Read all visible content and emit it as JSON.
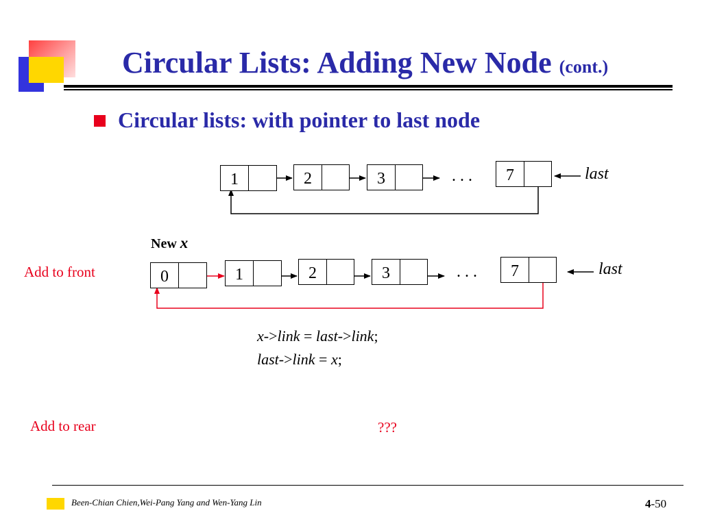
{
  "slide": {
    "title": "Circular Lists: Adding New Node",
    "title_suffix": "(cont.)",
    "bullet": "Circular lists: with pointer to last node"
  },
  "diagram_top": {
    "nodes": [
      "1",
      "2",
      "3",
      "7"
    ],
    "ellipsis": ". . .",
    "pointer_label": "last"
  },
  "diagram_front": {
    "new_label_prefix": "New",
    "new_label_var": "x",
    "side_label": "Add to front",
    "nodes": [
      "0",
      "1",
      "2",
      "3",
      "7"
    ],
    "ellipsis": ". . .",
    "pointer_label": "last"
  },
  "code": {
    "line1": {
      "a": "x",
      "b": "->",
      "c": "link",
      "d": " = ",
      "e": "last",
      "f": "->",
      "g": "link",
      "h": ";"
    },
    "line2": {
      "a": "last",
      "b": "->",
      "c": "link",
      "d": " = ",
      "e": "x",
      "f": ";"
    }
  },
  "rear": {
    "side_label": "Add to rear",
    "question": "???"
  },
  "footer": {
    "authors": "Been-Chian Chien,Wei-Pang Yang and Wen-Yang Lin",
    "chapter": "4",
    "page": "-50"
  },
  "colors": {
    "title": "#2a2aa8",
    "accent_red": "#e8001c",
    "logo_yellow": "#ffd700",
    "logo_blue": "#3333dd"
  }
}
